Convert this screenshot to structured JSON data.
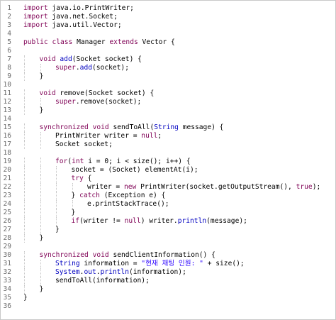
{
  "editor": {
    "language": "java",
    "colors": {
      "keyword": "#7f0055",
      "method": "#0000c0",
      "string": "#2a00ff",
      "line_number": "#6b6b6b",
      "text": "#000000"
    },
    "lines": [
      {
        "n": "1",
        "indent": 0,
        "tokens": [
          {
            "t": "import",
            "c": "kw"
          },
          {
            "t": " java.io.PrintWriter;",
            "c": ""
          }
        ]
      },
      {
        "n": "2",
        "indent": 0,
        "tokens": [
          {
            "t": "import",
            "c": "kw"
          },
          {
            "t": " java.net.Socket;",
            "c": ""
          }
        ]
      },
      {
        "n": "3",
        "indent": 0,
        "tokens": [
          {
            "t": "import",
            "c": "kw"
          },
          {
            "t": " java.util.Vector;",
            "c": ""
          }
        ]
      },
      {
        "n": "4",
        "indent": 0,
        "tokens": []
      },
      {
        "n": "5",
        "indent": 0,
        "tokens": [
          {
            "t": "public",
            "c": "kw"
          },
          {
            "t": " ",
            "c": ""
          },
          {
            "t": "class",
            "c": "kw"
          },
          {
            "t": " Manager ",
            "c": ""
          },
          {
            "t": "extends",
            "c": "kw"
          },
          {
            "t": " Vector {",
            "c": ""
          }
        ]
      },
      {
        "n": "6",
        "indent": 0,
        "tokens": []
      },
      {
        "n": "7",
        "indent": 1,
        "tokens": [
          {
            "t": "void",
            "c": "kw"
          },
          {
            "t": " ",
            "c": ""
          },
          {
            "t": "add",
            "c": "fn"
          },
          {
            "t": "(Socket socket) {",
            "c": ""
          }
        ]
      },
      {
        "n": "8",
        "indent": 2,
        "tokens": [
          {
            "t": "super",
            "c": "kw"
          },
          {
            "t": ".",
            "c": ""
          },
          {
            "t": "add",
            "c": "fn"
          },
          {
            "t": "(socket);",
            "c": ""
          }
        ]
      },
      {
        "n": "9",
        "indent": 1,
        "tokens": [
          {
            "t": "}",
            "c": ""
          }
        ]
      },
      {
        "n": "10",
        "indent": 0,
        "tokens": []
      },
      {
        "n": "11",
        "indent": 1,
        "tokens": [
          {
            "t": "void",
            "c": "kw"
          },
          {
            "t": " remove(Socket socket) {",
            "c": ""
          }
        ]
      },
      {
        "n": "12",
        "indent": 2,
        "tokens": [
          {
            "t": "super",
            "c": "kw"
          },
          {
            "t": ".remove(socket);",
            "c": ""
          }
        ]
      },
      {
        "n": "13",
        "indent": 1,
        "tokens": [
          {
            "t": "}",
            "c": ""
          }
        ]
      },
      {
        "n": "14",
        "indent": 0,
        "tokens": []
      },
      {
        "n": "15",
        "indent": 1,
        "tokens": [
          {
            "t": "synchronized",
            "c": "kw"
          },
          {
            "t": " ",
            "c": ""
          },
          {
            "t": "void",
            "c": "kw"
          },
          {
            "t": " sendToAll(",
            "c": ""
          },
          {
            "t": "String",
            "c": "ty"
          },
          {
            "t": " message) {",
            "c": ""
          }
        ]
      },
      {
        "n": "16",
        "indent": 2,
        "tokens": [
          {
            "t": "PrintWriter writer = ",
            "c": ""
          },
          {
            "t": "null",
            "c": "kw"
          },
          {
            "t": ";",
            "c": ""
          }
        ]
      },
      {
        "n": "17",
        "indent": 2,
        "tokens": [
          {
            "t": "Socket socket;",
            "c": ""
          }
        ]
      },
      {
        "n": "18",
        "indent": 0,
        "tokens": []
      },
      {
        "n": "19",
        "indent": 2,
        "tokens": [
          {
            "t": "for",
            "c": "kw"
          },
          {
            "t": "(",
            "c": ""
          },
          {
            "t": "int",
            "c": "kw"
          },
          {
            "t": " i = 0; i < size(); i++) {",
            "c": ""
          }
        ]
      },
      {
        "n": "20",
        "indent": 3,
        "tokens": [
          {
            "t": "socket = (Socket) elementAt(i);",
            "c": ""
          }
        ]
      },
      {
        "n": "21",
        "indent": 3,
        "tokens": [
          {
            "t": "try",
            "c": "kw"
          },
          {
            "t": " {",
            "c": ""
          }
        ]
      },
      {
        "n": "22",
        "indent": 4,
        "tokens": [
          {
            "t": "writer = ",
            "c": ""
          },
          {
            "t": "new",
            "c": "kw"
          },
          {
            "t": " PrintWriter(socket.getOutputStream(), ",
            "c": ""
          },
          {
            "t": "true",
            "c": "kw"
          },
          {
            "t": ");",
            "c": ""
          }
        ]
      },
      {
        "n": "23",
        "indent": 3,
        "tokens": [
          {
            "t": "} ",
            "c": ""
          },
          {
            "t": "catch",
            "c": "kw"
          },
          {
            "t": " (Exception e) {",
            "c": ""
          }
        ]
      },
      {
        "n": "24",
        "indent": 4,
        "tokens": [
          {
            "t": "e.printStackTrace();",
            "c": ""
          }
        ]
      },
      {
        "n": "25",
        "indent": 3,
        "tokens": [
          {
            "t": "}",
            "c": ""
          }
        ]
      },
      {
        "n": "26",
        "indent": 3,
        "tokens": [
          {
            "t": "if",
            "c": "kw"
          },
          {
            "t": "(writer != ",
            "c": ""
          },
          {
            "t": "null",
            "c": "kw"
          },
          {
            "t": ") writer.",
            "c": ""
          },
          {
            "t": "println",
            "c": "fn"
          },
          {
            "t": "(message);",
            "c": ""
          }
        ]
      },
      {
        "n": "27",
        "indent": 2,
        "tokens": [
          {
            "t": "}",
            "c": ""
          }
        ]
      },
      {
        "n": "28",
        "indent": 1,
        "tokens": [
          {
            "t": "}",
            "c": ""
          }
        ]
      },
      {
        "n": "29",
        "indent": 0,
        "tokens": []
      },
      {
        "n": "30",
        "indent": 1,
        "tokens": [
          {
            "t": "synchronized",
            "c": "kw"
          },
          {
            "t": " ",
            "c": ""
          },
          {
            "t": "void",
            "c": "kw"
          },
          {
            "t": " sendClientInformation() {",
            "c": ""
          }
        ]
      },
      {
        "n": "31",
        "indent": 2,
        "tokens": [
          {
            "t": "String",
            "c": "ty"
          },
          {
            "t": " information = ",
            "c": ""
          },
          {
            "t": "\"현재 채팅 인원: \"",
            "c": "str"
          },
          {
            "t": " + size();",
            "c": ""
          }
        ]
      },
      {
        "n": "32",
        "indent": 2,
        "tokens": [
          {
            "t": "System",
            "c": "ty"
          },
          {
            "t": ".",
            "c": ""
          },
          {
            "t": "out",
            "c": "fn"
          },
          {
            "t": ".",
            "c": ""
          },
          {
            "t": "println",
            "c": "fn"
          },
          {
            "t": "(information);",
            "c": ""
          }
        ]
      },
      {
        "n": "33",
        "indent": 2,
        "tokens": [
          {
            "t": "sendToAll(information);",
            "c": ""
          }
        ]
      },
      {
        "n": "34",
        "indent": 1,
        "tokens": [
          {
            "t": "}",
            "c": ""
          }
        ]
      },
      {
        "n": "35",
        "indent": 0,
        "tokens": [
          {
            "t": "}",
            "c": ""
          }
        ]
      },
      {
        "n": "36",
        "indent": 0,
        "tokens": []
      }
    ]
  }
}
